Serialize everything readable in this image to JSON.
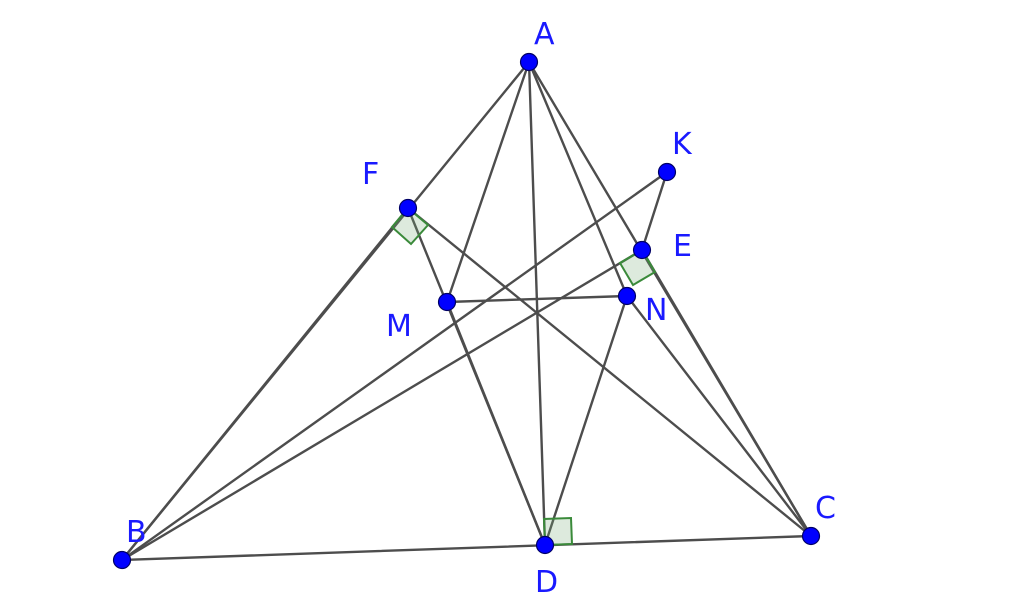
{
  "points": {
    "A": {
      "label": "A"
    },
    "B": {
      "label": "B"
    },
    "C": {
      "label": "C"
    },
    "D": {
      "label": "D"
    },
    "E": {
      "label": "E"
    },
    "F": {
      "label": "F"
    },
    "K": {
      "label": "K"
    },
    "M": {
      "label": "M"
    },
    "N": {
      "label": "N"
    }
  },
  "segments": [
    [
      "A",
      "B"
    ],
    [
      "A",
      "C"
    ],
    [
      "B",
      "C"
    ],
    [
      "A",
      "D"
    ],
    [
      "A",
      "M"
    ],
    [
      "A",
      "N"
    ],
    [
      "B",
      "F"
    ],
    [
      "B",
      "E"
    ],
    [
      "B",
      "K"
    ],
    [
      "C",
      "F"
    ],
    [
      "C",
      "E"
    ],
    [
      "C",
      "N"
    ],
    [
      "F",
      "D"
    ],
    [
      "M",
      "D"
    ],
    [
      "N",
      "D"
    ],
    [
      "M",
      "N"
    ],
    [
      "E",
      "K"
    ]
  ],
  "right_angles": [
    {
      "vertex": "F"
    },
    {
      "vertex": "E"
    },
    {
      "vertex": "D"
    }
  ],
  "colors": {
    "point": "#0000ff",
    "label": "#1a1aff",
    "segment": "#4d4d4d",
    "right_angle": "#3a8a3a"
  }
}
